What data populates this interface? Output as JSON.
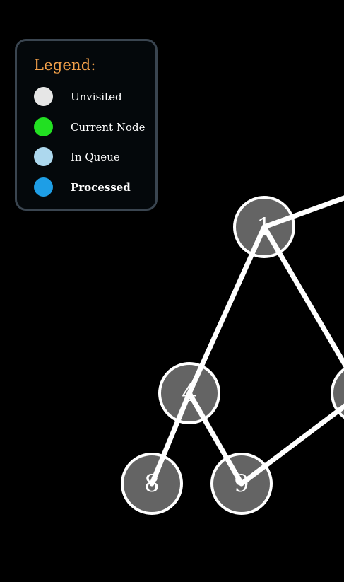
{
  "legend": {
    "title": "Legend:",
    "items": [
      {
        "label": "Unvisited",
        "color": "#e6e6e6",
        "bold": false
      },
      {
        "label": "Current Node",
        "color": "#22e022",
        "bold": false
      },
      {
        "label": "In Queue",
        "color": "#add8ee",
        "bold": false
      },
      {
        "label": "Processed",
        "color": "#1e9ee6",
        "bold": true
      }
    ]
  },
  "graph": {
    "node_fill": "#646464",
    "edge_color": "#ffffff",
    "nodes": [
      {
        "id": "1",
        "label": "1"
      },
      {
        "id": "4",
        "label": "4"
      },
      {
        "id": "8",
        "label": "8"
      },
      {
        "id": "9",
        "label": "9"
      },
      {
        "id": "r",
        "label": ""
      },
      {
        "id": "offA",
        "label": ""
      }
    ],
    "edges": [
      {
        "from": "1",
        "to": "offA"
      },
      {
        "from": "1",
        "to": "4"
      },
      {
        "from": "1",
        "to": "r"
      },
      {
        "from": "4",
        "to": "8"
      },
      {
        "from": "4",
        "to": "9"
      },
      {
        "from": "9",
        "to": "r"
      }
    ]
  }
}
